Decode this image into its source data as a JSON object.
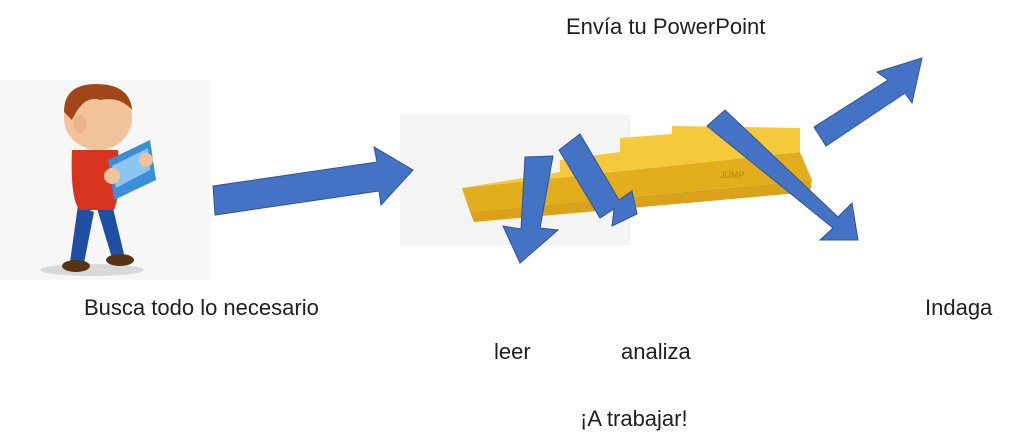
{
  "labels": {
    "title": "Envía tu PowerPoint",
    "search": "Busca todo lo necesario",
    "investigate": "Indaga",
    "read": "leer",
    "analyze": "analiza",
    "work": "¡A trabajar!"
  },
  "podium_text": "JUMP",
  "colors": {
    "arrow_fill": "#4472C4",
    "arrow_stroke": "#2F5597",
    "podium": "#F5C93A",
    "podium_dark": "#E2AE1E"
  },
  "icons": [
    "boy-reading-book-illustration",
    "yellow-steps-podium-illustration"
  ]
}
